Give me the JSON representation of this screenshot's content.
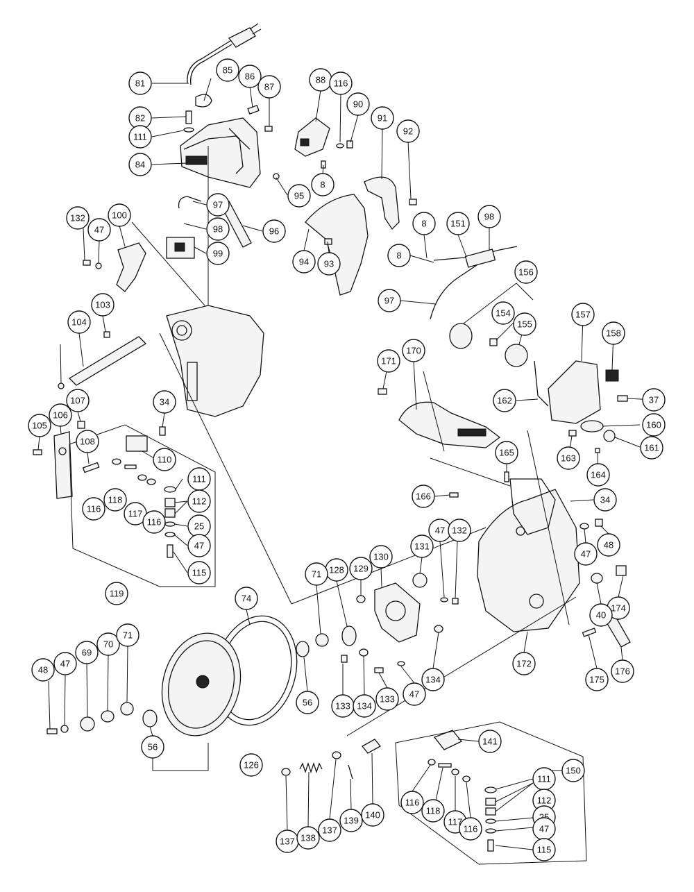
{
  "diagram": {
    "callouts": [
      "81",
      "85",
      "86",
      "87",
      "88",
      "116",
      "90",
      "91",
      "92",
      "82",
      "111",
      "84",
      "8",
      "95",
      "97",
      "98",
      "99",
      "96",
      "132",
      "47",
      "100",
      "94",
      "93",
      "103",
      "104",
      "105",
      "106",
      "107",
      "108",
      "34",
      "110",
      "116",
      "118",
      "117",
      "116",
      "111",
      "112",
      "25",
      "47",
      "115",
      "119",
      "8",
      "151",
      "98",
      "8",
      "97",
      "156",
      "154",
      "155",
      "157",
      "158",
      "171",
      "170",
      "162",
      "37",
      "160",
      "161",
      "163",
      "164",
      "165",
      "166",
      "34",
      "47",
      "48",
      "131",
      "47",
      "132",
      "129",
      "130",
      "128",
      "71",
      "74",
      "174",
      "40",
      "172",
      "175",
      "176",
      "48",
      "47",
      "69",
      "70",
      "71",
      "56",
      "56",
      "126",
      "133",
      "134",
      "133",
      "47",
      "134",
      "141",
      "150",
      "111",
      "112",
      "116",
      "118",
      "117",
      "116",
      "25",
      "47",
      "115",
      "137",
      "138",
      "137",
      "139",
      "140"
    ]
  }
}
